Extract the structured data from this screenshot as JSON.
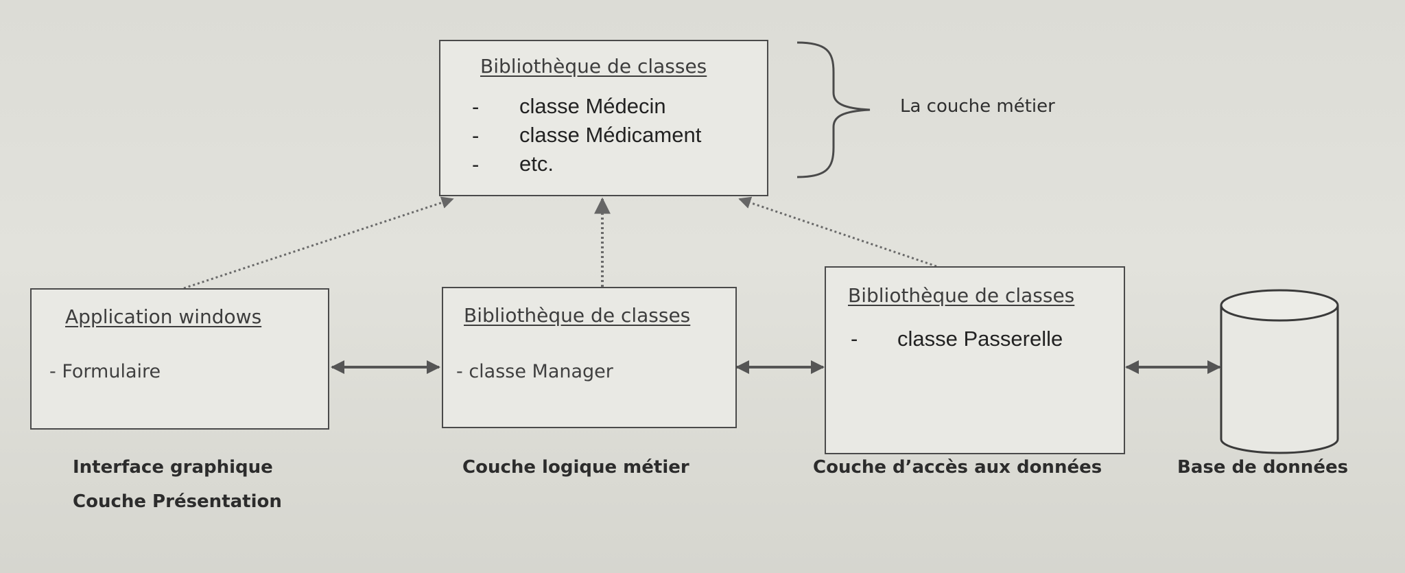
{
  "business_layer_box": {
    "title": "Bibliothèque de classes",
    "items": [
      "classe Médecin",
      "classe Médicament",
      "etc."
    ]
  },
  "business_layer_label": "La couche métier",
  "windows_app_box": {
    "title": "Application  windows",
    "item": "- Formulaire"
  },
  "logic_box": {
    "title": "Bibliothèque de classes",
    "item": "- classe Manager"
  },
  "data_access_box": {
    "title": "Bibliothèque de classes",
    "item": "classe Passerelle"
  },
  "captions": {
    "presentation_line1": "Interface graphique",
    "presentation_line2": "Couche Présentation",
    "logic": "Couche logique métier",
    "data_access": "Couche d’accès aux données",
    "database": "Base de données"
  }
}
